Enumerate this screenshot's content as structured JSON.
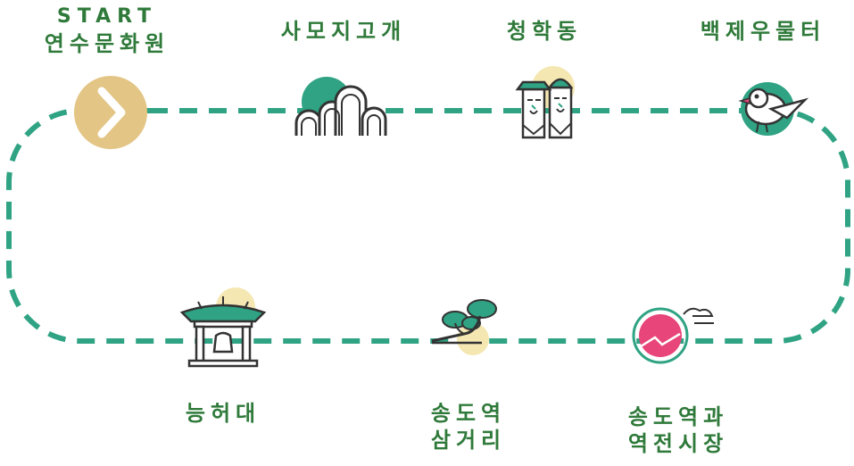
{
  "start": {
    "label_en": "START",
    "label_ko": "연수문화원",
    "icon": "chevron-right-icon"
  },
  "stops": [
    {
      "name": "사모지고개",
      "icon": "hill-icon"
    },
    {
      "name": "청학동",
      "icon": "totem-poles-icon"
    },
    {
      "name": "백제우물터",
      "icon": "bird-icon"
    },
    {
      "name": "능허대",
      "icon": "pavilion-bell-icon"
    },
    {
      "name_line1": "송도역",
      "name_line2": "삼거리",
      "icon": "pine-tree-icon"
    },
    {
      "name_line1": "송도역과",
      "name_line2": "역전시장",
      "icon": "sunset-icon"
    }
  ],
  "colors": {
    "route": "#2fa383",
    "label": "#2f7a3a",
    "start_circle": "#e3c585",
    "accent_pink": "#e8457a",
    "sun_yellow": "#f5e7b2",
    "ink": "#333333"
  }
}
